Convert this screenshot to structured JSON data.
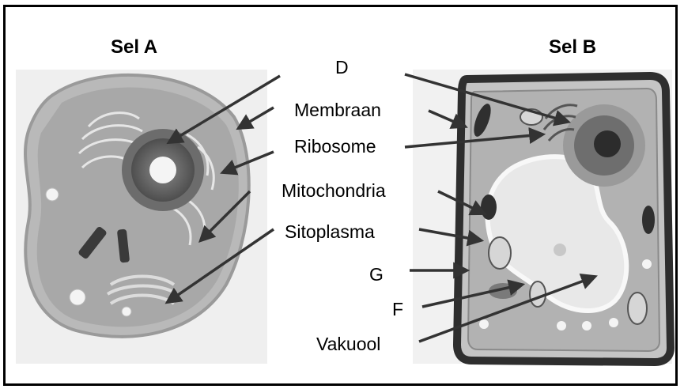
{
  "titles": {
    "cell_a": "Sel A",
    "cell_b": "Sel B"
  },
  "labels": {
    "d": "D",
    "membraan": "Membraan",
    "ribosome": "Ribosome",
    "mitochondria": "Mitochondria",
    "sitoplasma": "Sitoplasma",
    "g": "G",
    "f": "F",
    "vakuool": "Vakuool"
  }
}
